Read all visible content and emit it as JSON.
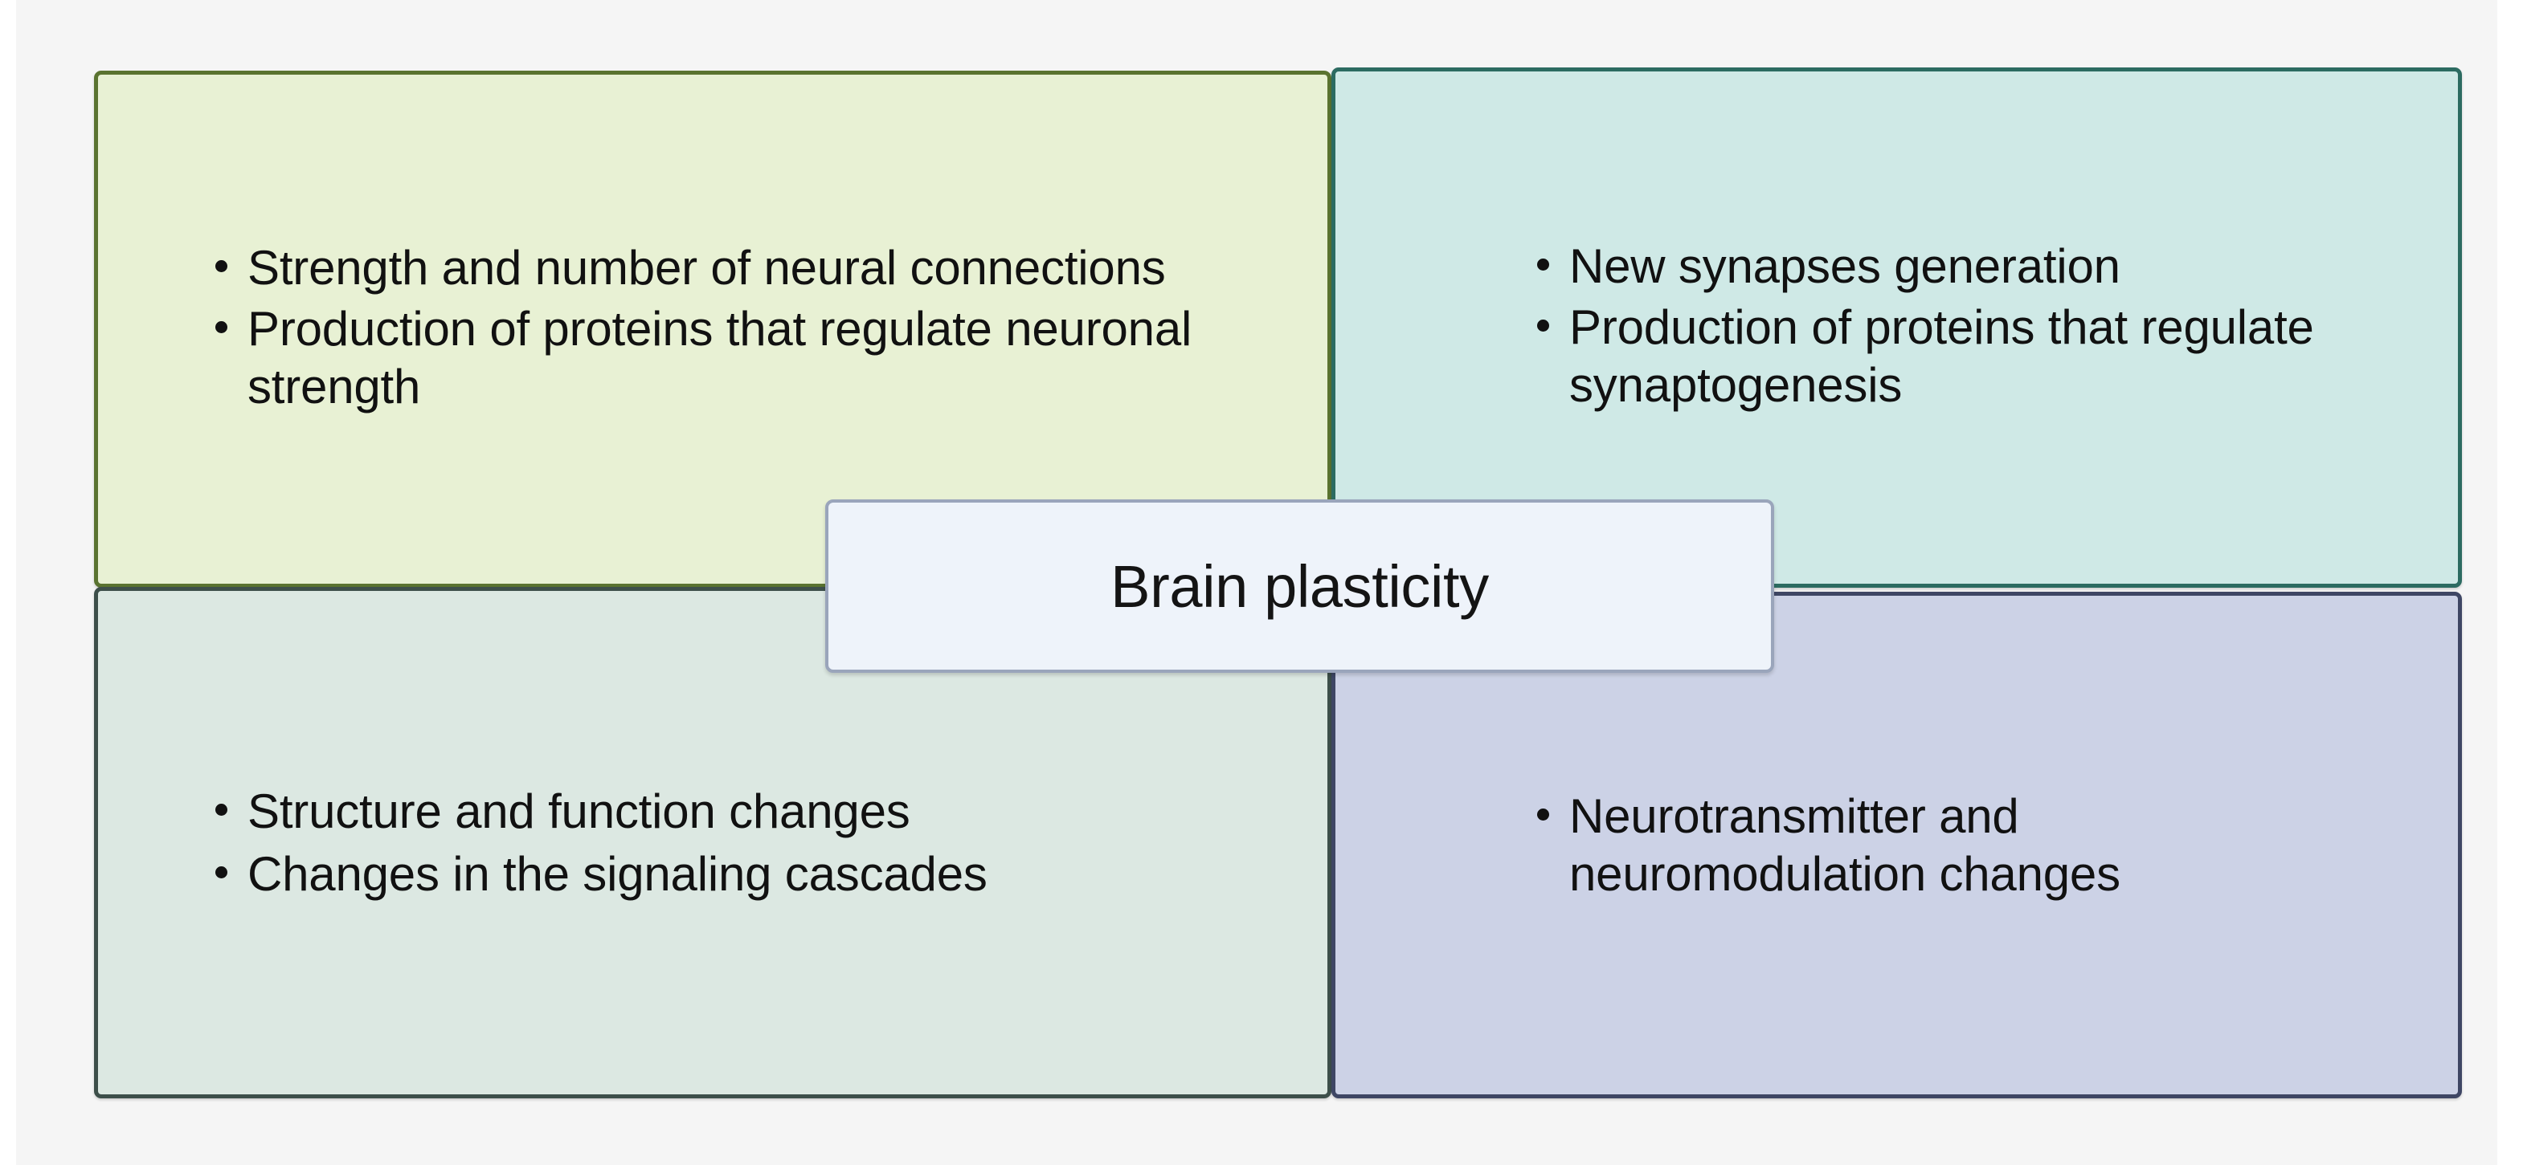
{
  "canvas": {
    "background_color": "#f5f5f5",
    "edge_color": "#ffffff"
  },
  "center": {
    "title": "Brain plasticity",
    "fill_color": "#eef3fa",
    "border_color": "#9aa5bb"
  },
  "quadrants": [
    {
      "id": "top-left",
      "fill_color": "#e8f1d4",
      "border_color": "#5a7330",
      "bullets": [
        "Strength and number of neural connections",
        "Production of proteins that regulate neuronal strength"
      ]
    },
    {
      "id": "top-right",
      "fill_color": "#cfe9e6",
      "border_color": "#2c6b61",
      "bullets": [
        "New synapses generation",
        "Production of proteins that regulate synaptogenesis"
      ]
    },
    {
      "id": "bottom-left",
      "fill_color": "#dce8e2",
      "border_color": "#3d4f4a",
      "bullets": [
        "Structure and function changes",
        "Changes in the signaling cascades"
      ]
    },
    {
      "id": "bottom-right",
      "fill_color": "#ccd2e6",
      "border_color": "#3e4664",
      "bullets": [
        "Neurotransmitter and neuromodulation changes"
      ]
    }
  ]
}
